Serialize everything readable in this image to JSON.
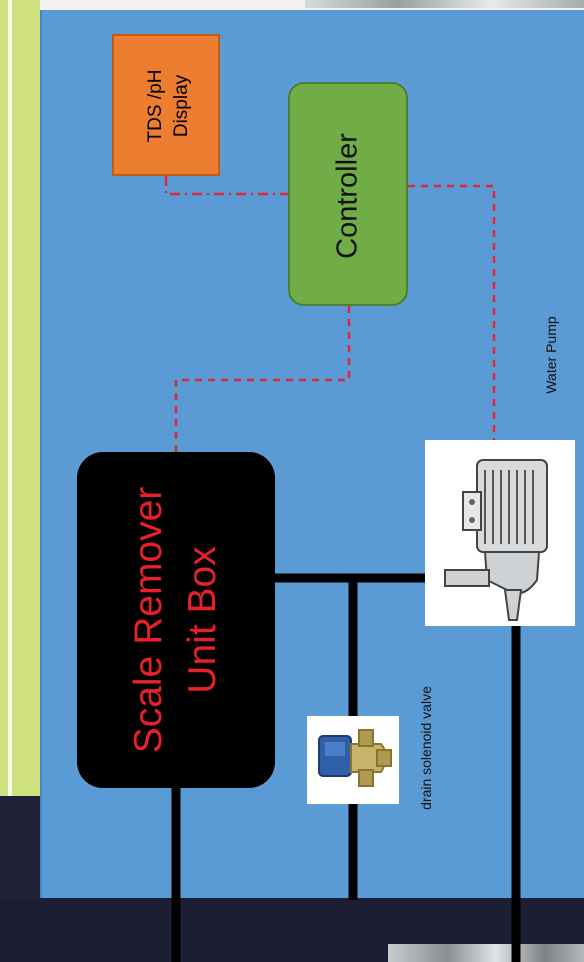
{
  "diagram": {
    "tds_display_label_line1": "TDS /pH",
    "tds_display_label_line2": "Display",
    "controller_label": "Controller",
    "scale_remover_label_line1": "Scale Remover",
    "scale_remover_label_line2": "Unit Box",
    "water_pump_label": "Water Pump",
    "drain_valve_label": "drain solenoid valve"
  },
  "colors": {
    "panel": "#5b9bd5",
    "tds_box": "#ed7d31",
    "controller_box": "#70ad47",
    "scale_box": "#000000",
    "scale_text": "#e8202a",
    "signal_line": "#e0283a",
    "pipe": "#000000"
  },
  "icons": {
    "pump": "water-pump-motor-icon",
    "valve": "solenoid-valve-icon"
  }
}
